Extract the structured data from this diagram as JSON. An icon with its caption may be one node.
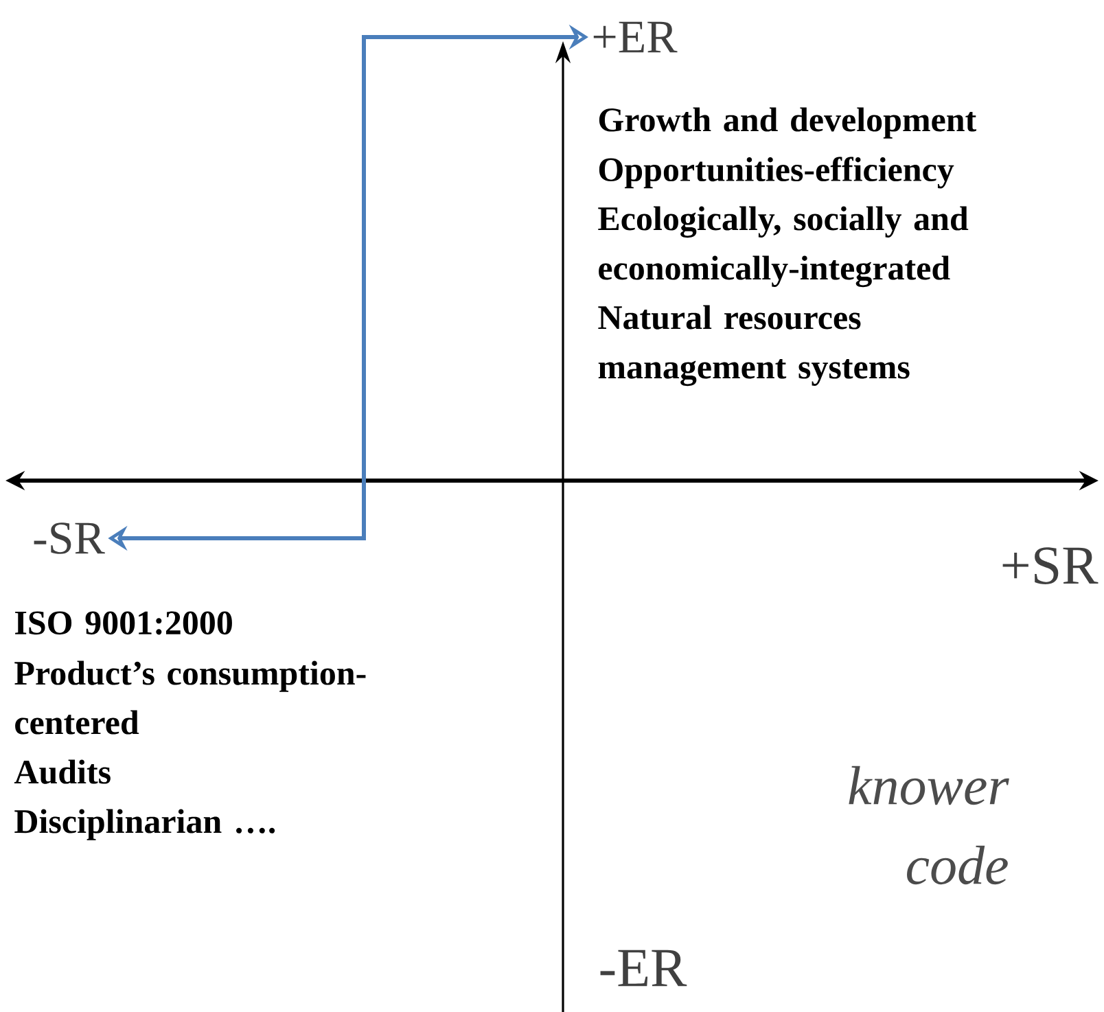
{
  "diagram": {
    "nodes": [
      {
        "text": [
          "+ER"
        ]
      },
      {
        "text": [
          "-SR"
        ]
      }
    ],
    "edges": [
      {
        "from": 1,
        "to": 0,
        "arrow": "both",
        "color": "#4a7ebb"
      }
    ],
    "labels": [
      "Growth and development",
      "Opportunities-efficiency",
      "Ecologically, socially and economically-integrated",
      "Natural resources management systems",
      "+SR",
      "ISO 9001:2000",
      "Product’s consumption-centered",
      "Audits",
      "Disciplinarian ….",
      "knower code",
      "-ER"
    ]
  }
}
